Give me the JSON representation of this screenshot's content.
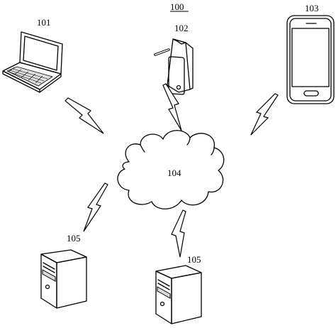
{
  "figure": {
    "system_label": "100",
    "laptop_label": "101",
    "tablet_label": "102",
    "phone_label": "103",
    "network_label": "104",
    "server_left_label": "105",
    "server_right_label": "105"
  },
  "colors": {
    "stroke": "#000000",
    "fill": "#ffffff",
    "shade": "#d9d9d9"
  }
}
